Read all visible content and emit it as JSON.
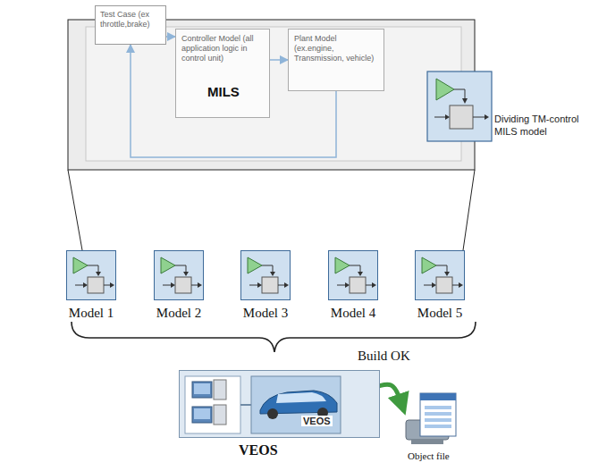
{
  "diagram": {
    "nodes": [
      {
        "text": [
          "MILS"
        ]
      },
      {
        "text": [
          "Test Case (ex throttle,brake)"
        ]
      },
      {
        "text": [
          "Controller Model (all application logic in control unit)"
        ],
        "in": 0
      },
      {
        "text": [
          "Plant Model (ex.engine, Transmission, vehicle)"
        ],
        "in": 0
      },
      {
        "text": [
          "Model 1"
        ]
      },
      {
        "text": [
          "Model 2"
        ]
      },
      {
        "text": [
          "Model 3"
        ]
      },
      {
        "text": [
          "Model 4"
        ]
      },
      {
        "text": [
          "Model 5"
        ]
      },
      {
        "text": [
          "VEOS",
          "VEOS"
        ]
      },
      {
        "text": [
          "Object file"
        ]
      }
    ],
    "edges": [
      {
        "from": 1,
        "to": 2,
        "arrow": "to"
      },
      {
        "from": 2,
        "to": 3,
        "arrow": "to"
      },
      {
        "from": 3,
        "to": 1,
        "arrow": "to"
      },
      {
        "from": 9,
        "to": 10,
        "arrow": "to",
        "label": "Build OK"
      }
    ],
    "labels": [
      "Dividing TM-control MILS model"
    ]
  }
}
